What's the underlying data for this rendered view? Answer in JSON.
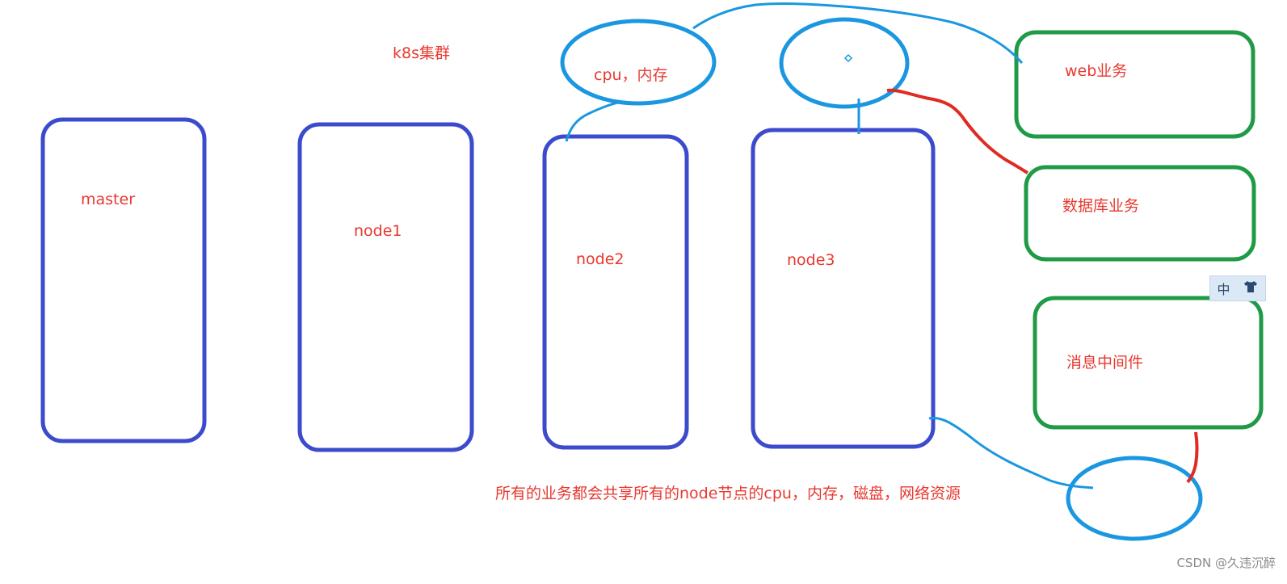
{
  "title": "k8s集群",
  "nodes": [
    {
      "label": "master"
    },
    {
      "label": "node1"
    },
    {
      "label": "node2"
    },
    {
      "label": "node3"
    }
  ],
  "resource_label": "cpu，内存",
  "services": [
    {
      "label": "web业务"
    },
    {
      "label": "数据库业务"
    },
    {
      "label": "消息中间件"
    }
  ],
  "caption": "所有的业务都会共享所有的node节点的cpu，内存，磁盘，网络资源",
  "ime_toolbar": {
    "mode": "中",
    "skin_icon": "shirt-icon"
  },
  "credit": "CSDN @久违沉醉",
  "colors": {
    "node_border": "#3b4bcc",
    "service_border": "#1f9a47",
    "resource_circle": "#1a97e0",
    "link_red": "#e02a22",
    "text_red": "#e8382f"
  }
}
